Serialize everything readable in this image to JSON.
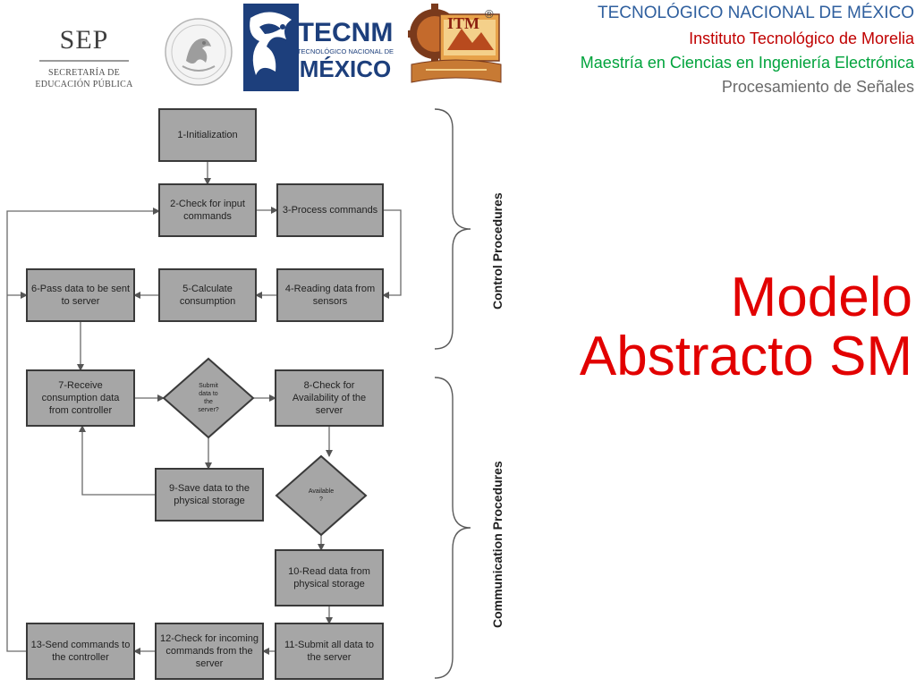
{
  "header": {
    "sep_logo": {
      "word": "SEP",
      "line1": "SECRETARÍA DE",
      "line2": "EDUCACIÓN PÚBLICA"
    },
    "tecnm_logo": {
      "word": "TECNM",
      "subtitle": "TECNOLÓGICO NACIONAL DE",
      "country": "MÉXICO"
    },
    "itm_logo": {
      "letters": "ITM"
    },
    "registered_mark": "®",
    "lines": [
      "TECNOLÓGICO NACIONAL DE MÉXICO",
      "Instituto Tecnológico de Morelia",
      "Maestría en Ciencias en Ingeniería Electrónica",
      "Procesamiento de Señales"
    ],
    "colors": {
      "line1": "#2f5f9e",
      "line2": "#c00000",
      "line3": "#00a33c",
      "line4": "#6a6a6a"
    }
  },
  "title": {
    "line1": "Modelo",
    "line2": "Abstracto SM",
    "color": "#e20000"
  },
  "flowchart": {
    "node_fill": "#a6a6a6",
    "node_stroke": "#3a3a3a",
    "nodes": {
      "n1": "1-Initialization",
      "n2": "2-Check for input\ncommands",
      "n3": "3-Process commands",
      "n4": "4-Reading data from\nsensors",
      "n5": "5-Calculate\nconsumption",
      "n6": "6-Pass data  to be sent\nto server",
      "n7": "7-Receive\nconsumption data\nfrom controller",
      "d1": "Submit\ndata to\nthe\nserver?",
      "n8": "8-Check for\nAvailability of the\nserver",
      "n9": "9-Save data to the\nphysical storage",
      "d2": "Available\n?",
      "n10": "10-Read data from\nphysical storage",
      "n11": "11-Submit all data to\nthe server",
      "n12": "12-Check for incoming\ncommands from the\nserver",
      "n13": "13-Send commands to\nthe controller"
    },
    "sections": {
      "control": "Control Procedures",
      "communication": "Communication Procedures"
    }
  }
}
